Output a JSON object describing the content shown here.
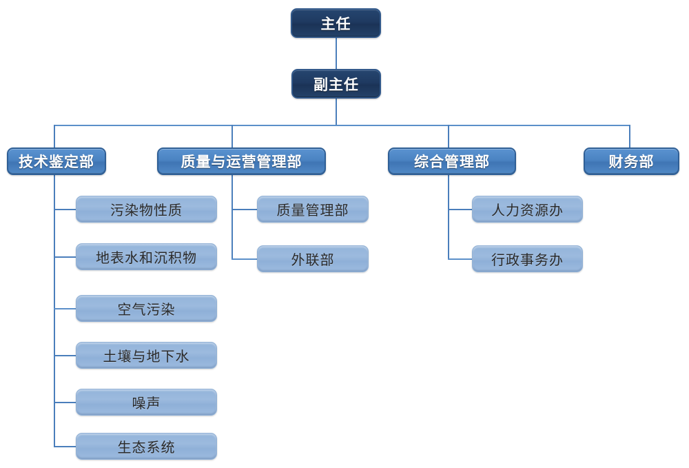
{
  "chart": {
    "type": "org-chart",
    "title": "",
    "colors": {
      "level1_fill": "#1f3a61",
      "level2_fill": "#4b83c2",
      "level3_fill": "#9cbade",
      "connector": "#4a7ebb",
      "background": "#ffffff"
    },
    "nodes": {
      "director": "主任",
      "deputy_director": "副主任",
      "dept_technical": "技术鉴定部",
      "dept_quality_ops": "质量与运营管理部",
      "dept_general": "综合管理部",
      "dept_finance": "财务部",
      "tech_children": [
        "污染物性质",
        "地表水和沉积物",
        "空气污染",
        "土壤与地下水",
        "噪声",
        "生态系统"
      ],
      "quality_children": [
        "质量管理部",
        "外联部"
      ],
      "general_children": [
        "人力资源办",
        "行政事务办"
      ]
    }
  }
}
